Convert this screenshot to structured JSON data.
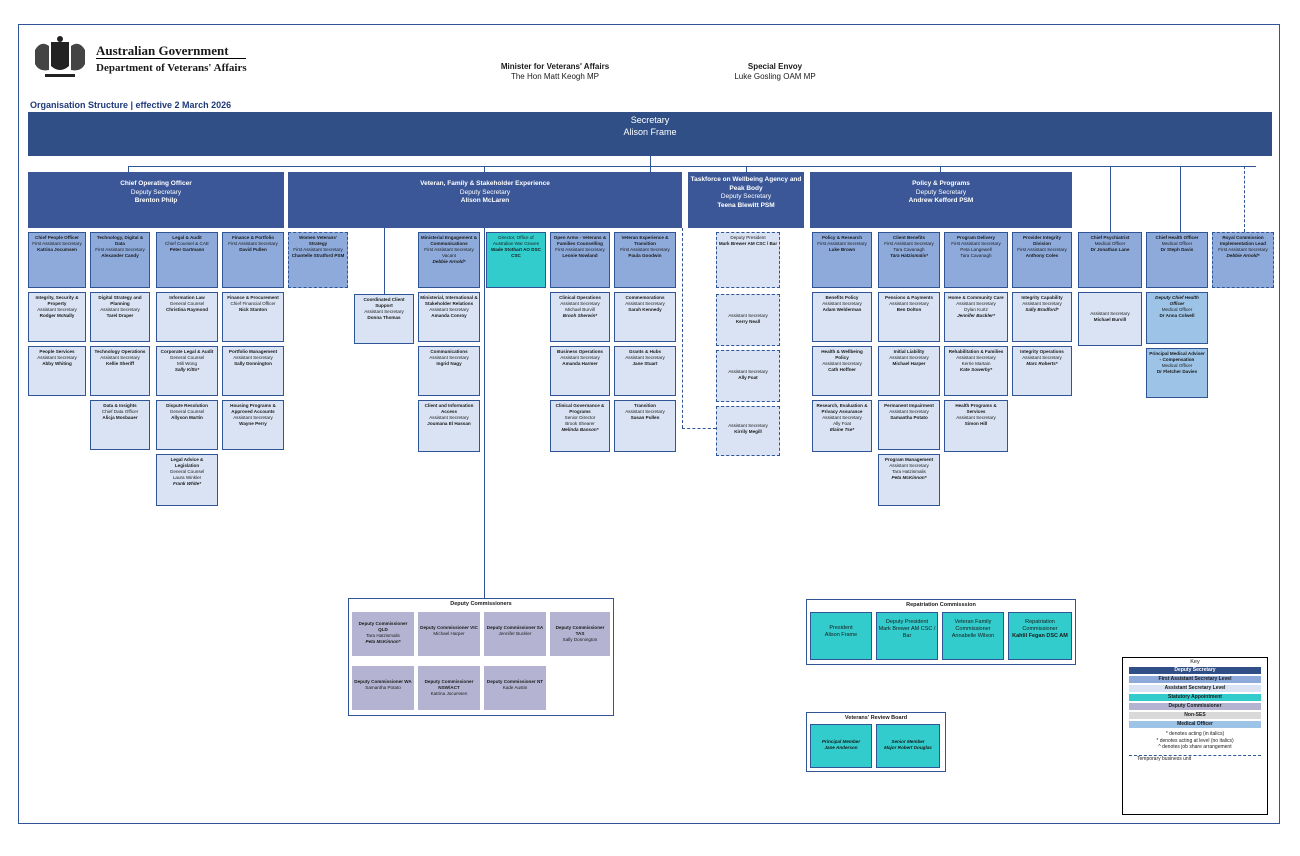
{
  "header": {
    "gov_name": "Australian Government",
    "dept_name": "Department of Veterans' Affairs",
    "minister_title": "Minister for Veterans' Affairs",
    "minister_name": "The Hon Matt Keogh MP",
    "envoy_title": "Special Envoy",
    "envoy_name": "Luke Gosling OAM MP",
    "org_title": "Organisation Structure | effective 2 March 2026"
  },
  "secretary": {
    "title": "Secretary",
    "name": "Alison Frame"
  },
  "groups": {
    "coo": {
      "title": "Chief Operating Officer",
      "role": "Deputy Secretary",
      "name": "Brenton Philp"
    },
    "vfse": {
      "title": "Veteran, Family & Stakeholder Experience",
      "role": "Deputy Secretary",
      "name": "Alison McLaren"
    },
    "taskforce": {
      "title": "Taskforce on Wellbeing Agency and Peak Body",
      "role": "Deputy Secretary",
      "name": "Teena Blewitt PSM"
    },
    "pp": {
      "title": "Policy & Programs",
      "role": "Deputy Secretary",
      "name": "Andrew Kefford PSM"
    }
  },
  "boxes": {
    "cpo": {
      "t": "Chief People Officer",
      "r": "First Assistant Secretary",
      "n": "Katrina Jocumsen"
    },
    "isp": {
      "t": "Integrity, Security & Property",
      "r": "Assistant Secretary",
      "n": "Rodger McNally"
    },
    "ps": {
      "t": "People Services",
      "r": "Assistant Secretary",
      "n": "Abby Whiting"
    },
    "tdd": {
      "t": "Technology, Digital & Data",
      "r": "First Assistant Secretary",
      "n": "Alexander Candy"
    },
    "dsp": {
      "t": "Digital Strategy and Planning",
      "r": "Assistant Secretary",
      "n": "Tarel Draper"
    },
    "to": {
      "t": "Technology Operations",
      "r": "Assistant Secretary",
      "n": "Kellie Sheriff"
    },
    "di": {
      "t": "Data & Insights",
      "r": "Chief Data Officer",
      "n": "Alicja Mosbauer"
    },
    "la": {
      "t": "Legal & Audit",
      "r": "Chief Counsel & CAE",
      "n": "Peter Gartmann"
    },
    "il": {
      "t": "Information Law",
      "r": "General Counsel",
      "n": "Christina Raymond"
    },
    "cla": {
      "t": "Corporate Legal & Audit",
      "r": "General Counsel",
      "r2": "Mili Wong",
      "i": "Sally Kitto*"
    },
    "dr": {
      "t": "Dispute Resolution",
      "r": "General Counsel",
      "n": "Allyson Martin"
    },
    "lal": {
      "t": "Legal Advice & Legislation",
      "r": "General Counsel",
      "r2": "Laura Winkler",
      "i": "Frank White*"
    },
    "fp": {
      "t": "Finance & Portfolio",
      "r": "First Assistant Secretary",
      "n": "David Pullen"
    },
    "fpr": {
      "t": "Finance & Procurement",
      "r": "Chief Financial Officer",
      "n": "Nick Stanton"
    },
    "pm": {
      "t": "Portfolio Management",
      "r": "Assistant Secretary",
      "n": "Sally Donnington"
    },
    "hp": {
      "t": "Housing Programs & Approved Accounts",
      "r": "Assistant Secretary",
      "n": "Wayne Perry"
    },
    "wvs": {
      "t": "Women Veterans' Strategy",
      "r": "First Assistant Secretary",
      "n": "Chantelle Stratford PSM"
    },
    "ccs": {
      "t": "Coordinated Client Support",
      "r": "Assistant Secretary",
      "n": "Donna Thomas"
    },
    "mec": {
      "t": "Ministerial Engagement & Communications",
      "r": "First Assistant Secretary",
      "r2": "Vacant",
      "i": "Debbie Arnold*"
    },
    "misr": {
      "t": "Ministerial, International & Stakeholder Relations",
      "r": "Assistant Secretary",
      "n": "Amanda Conroy"
    },
    "comm": {
      "t": "Communications",
      "r": "Assistant Secretary",
      "n": "Ingrid Nagy"
    },
    "cia": {
      "t": "Client and Information Access",
      "r": "Assistant Secretary",
      "n": "Joumana El Hassan"
    },
    "owg": {
      "t": "Director, Office of Australian War Graves",
      "n": "Wade Stothart AO DSC CSC"
    },
    "oavf": {
      "t": "Open Arms - Veterans & Families Counselling",
      "r": "First Assistant Secretary",
      "n": "Leonie Nowland"
    },
    "co": {
      "t": "Clinical Operations",
      "r": "Assistant Secretary",
      "r2": "Michael Burvill",
      "i": "Brooh Sherwin*"
    },
    "bo": {
      "t": "Business Operations",
      "r": "Assistant Secretary",
      "n": "Amanda Harmer"
    },
    "cgp": {
      "t": "Clinical Governance & Programs",
      "r": "Senior Director",
      "r2": "Brook Shearer",
      "i": "Melinda Banson*"
    },
    "vet": {
      "t": "Veteran Experience & Transition",
      "r": "First Assistant Secretary",
      "n": "Paula Goodwin"
    },
    "comms": {
      "t": "Commemorations",
      "r": "Assistant Secretary",
      "n": "Sarah Kennedy"
    },
    "gh": {
      "t": "Grants & Hubs",
      "r": "Assistant Secretary",
      "n": "Jane Stuart"
    },
    "tr": {
      "t": "Transition",
      "r": "Assistant Secretary",
      "n": "Susan Pullen"
    },
    "tdp": {
      "t": "Deputy President",
      "n": "Mark Brewer AM CSC / Bar"
    },
    "tas1": {
      "r": "Assistant Secretary",
      "n": "Kerry Neall"
    },
    "tas2": {
      "r": "Assistant Secretary",
      "n": "Ally Foat"
    },
    "tas3": {
      "r": "Assistant Secretary",
      "n": "Kirrily Megill"
    },
    "pr": {
      "t": "Policy & Research",
      "r": "First Assistant Secretary",
      "n": "Luke Brown"
    },
    "bp": {
      "t": "Benefits Policy",
      "r": "Assistant Secretary",
      "n": "Adam Welderman"
    },
    "hwp": {
      "t": "Health & Wellbeing Policy",
      "r": "Assistant Secretary",
      "n": "Cath Hoffner"
    },
    "repa": {
      "t": "Research, Evaluation & Privacy Assurance",
      "r": "Assistant Secretary",
      "r2": "Ally Foat",
      "i": "Elaine Tse*"
    },
    "cb": {
      "t": "Client Benefits",
      "r": "First Assistant Secretary",
      "r2": "Tara Cavanagh",
      "i": "Tara Hatzismalis*"
    },
    "pay": {
      "t": "Pensions & Payments",
      "r": "Assistant Secretary",
      "n": "Ben Dolton"
    },
    "ilb": {
      "t": "Initial Liability",
      "r": "Assistant Secretary",
      "n": "Michael Harper"
    },
    "pi": {
      "t": "Permanent Impairment",
      "r": "Assistant Secretary",
      "n": "Samantha Potato"
    },
    "pgm": {
      "t": "Program Management",
      "r": "Assistant Secretary",
      "r2": "Tara Hatzismalis",
      "i": "Peta McKinnon*"
    },
    "pd": {
      "t": "Program Delivery",
      "r": "First Assistant Secretary",
      "r2": "Peta Langewell",
      "n": "Tara Cavanagh"
    },
    "hcc": {
      "t": "Home & Community Care",
      "r": "Assistant Secretary",
      "r2": "Dylan Kurtz",
      "i": "Jennifer Buckler*"
    },
    "rf": {
      "t": "Rehabilitation & Families",
      "r": "Assistant Secretary",
      "r2": "Kerrie Martain",
      "i": "Kate Sowerby*"
    },
    "hps": {
      "t": "Health Programs & Services",
      "r": "Assistant Secretary",
      "n": "Simon Hill"
    },
    "pid": {
      "t": "Provider Integrity Division",
      "r": "First Assistant Secretary",
      "n": "Anthony Coles"
    },
    "ic": {
      "t": "Integrity Capability",
      "r": "Assistant Secretary",
      "i": "Sally Bradford*"
    },
    "io": {
      "t": "Integrity Operations",
      "r": "Assistant Secretary",
      "i": "Marc Roberts*"
    },
    "cps": {
      "t": "Chief Psychiatrist",
      "r": "Medical Officer",
      "n": "Dr Jonathan Lane"
    },
    "cpsas": {
      "r": "Assistant Secretary",
      "n": "Michael Burvill"
    },
    "cho": {
      "t": "Chief Health Officer",
      "r": "Medical Officer",
      "n": "Dr Steph Davis"
    },
    "dcho": {
      "t": "Deputy Chief Health Officer",
      "r": "Medical Officer",
      "n": "Dr Anna Colwell"
    },
    "pma": {
      "t": "Principal Medical Adviser - Compensation",
      "r": "Medical Officer",
      "n": "Dr Fletcher Davies"
    },
    "rcil": {
      "t": "Royal Commission Implementation Lead",
      "r": "First Assistant Secretary",
      "i": "Debbie Arnold*"
    }
  },
  "deputy_commissioners": {
    "title": "Deputy Commissioners",
    "items": [
      {
        "t": "Deputy Commissioner QLD",
        "r": "Tara Hatzismalis",
        "i": "Peta McKinnon*"
      },
      {
        "t": "Deputy Commissioner VIC",
        "n": "Michael Harper"
      },
      {
        "t": "Deputy Commissioner SA",
        "n": "Jennifer Buckler"
      },
      {
        "t": "Deputy Commissioner TAS",
        "n": "Sally Donnington"
      },
      {
        "t": "Deputy Commissioner WA",
        "n": "Samantha Potato"
      },
      {
        "t": "Deputy Commissioner NSW/ACT",
        "n": "Katrina Jocumsen"
      },
      {
        "t": "Deputy Commissioner NT",
        "n": "Kade Austin"
      }
    ]
  },
  "repatriation": {
    "title": "Repatriation Commisssion",
    "items": [
      {
        "t": "President",
        "n": "Alison Frame"
      },
      {
        "t": "Deputy President",
        "n": "Mark Brewer AM CSC / Bar"
      },
      {
        "t": "Veteran Family Commissioner",
        "n": "Annabelle Wilson"
      },
      {
        "t": "Repatriation Commissioner",
        "n": "Kahlil Fegan DSC AM"
      }
    ]
  },
  "review_board": {
    "title": "Veterans' Review Board",
    "items": [
      {
        "t": "Principal Member",
        "n": "Jane Anderson"
      },
      {
        "t": "Senior Member",
        "n": "Major Robert Douglas"
      }
    ]
  },
  "key": {
    "title": "Key",
    "items": [
      {
        "label": "Deputy Secretary",
        "color": "#2f4f86",
        "text": "#ffffff"
      },
      {
        "label": "First Assistant Secretary Level",
        "color": "#8eaadb",
        "text": "#1a1a1a"
      },
      {
        "label": "Assistant Secretary Level",
        "color": "#dae3f3",
        "text": "#1a1a1a"
      },
      {
        "label": "Statutory Appointment",
        "color": "#33cccc",
        "text": "#1a1a1a"
      },
      {
        "label": "Deputy Commissioner",
        "color": "#b4b4d2",
        "text": "#1a1a1a"
      },
      {
        "label": "Non-SES",
        "color": "#d9d9d9",
        "text": "#1a1a1a"
      },
      {
        "label": "Medical Officer",
        "color": "#9dc3e6",
        "text": "#1a1a1a"
      }
    ],
    "notes": [
      "* denotes acting (in italics)",
      "* denotes acting at level (no italics)",
      "^ denotes job share arrangement"
    ],
    "temp_label": "Temporary business unit"
  }
}
